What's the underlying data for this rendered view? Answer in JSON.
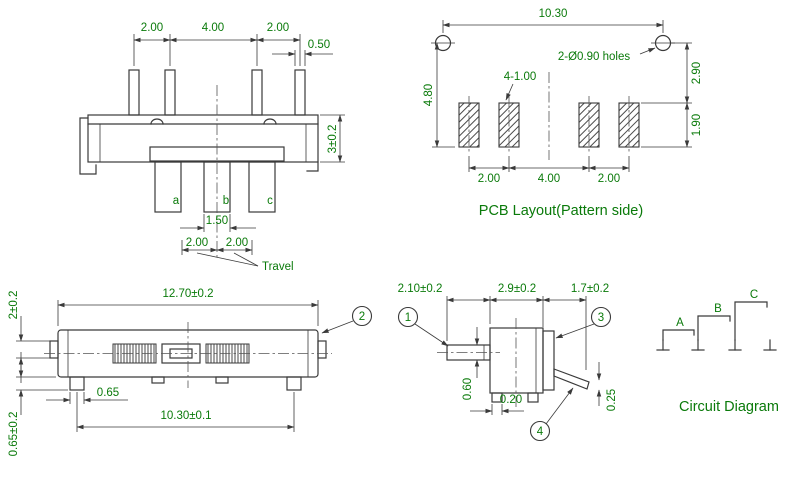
{
  "drawing": {
    "front_view": {
      "dim_pitch_left": "2.00",
      "dim_pitch_mid": "4.00",
      "dim_pitch_right": "2.00",
      "dim_pin_width": "0.50",
      "dim_body_height": "3±0.2",
      "pin_a": "a",
      "pin_b": "b",
      "pin_c": "c",
      "dim_pin_b_width": "1.50",
      "dim_travel_left": "2.00",
      "dim_travel_right": "2.00",
      "travel_label": "Travel"
    },
    "pcb_view": {
      "dim_width": "10.30",
      "holes_label": "2-Ø0.90 holes",
      "pads_label": "4-1.00",
      "dim_left_height": "4.80",
      "dim_hole_to_pad": "2.90",
      "dim_pad_height": "1.90",
      "dim_pitch_left": "2.00",
      "dim_pitch_mid": "4.00",
      "dim_pitch_right": "2.00",
      "caption": "PCB Layout(Pattern side)"
    },
    "top_view": {
      "dim_width": "12.70±0.2",
      "dim_tab_height": "2±0.2",
      "dim_foot_width": "0.65",
      "dim_foot_span": "10.30±0.1",
      "dim_foot_height": "0.65±0.2",
      "balloon": "2"
    },
    "side_view": {
      "dim_stem": "2.10±0.2",
      "dim_body": "2.9±0.2",
      "dim_terminal": "1.7±0.2",
      "dim_stem_height": "0.60",
      "dim_foot_gap": "0.20",
      "dim_terminal_thickness": "0.25",
      "balloon_stem": "1",
      "balloon_bracket": "3",
      "balloon_terminal": "4"
    },
    "circuit": {
      "caption": "Circuit Diagram",
      "label_a": "A",
      "label_b": "B",
      "label_c": "C"
    }
  }
}
